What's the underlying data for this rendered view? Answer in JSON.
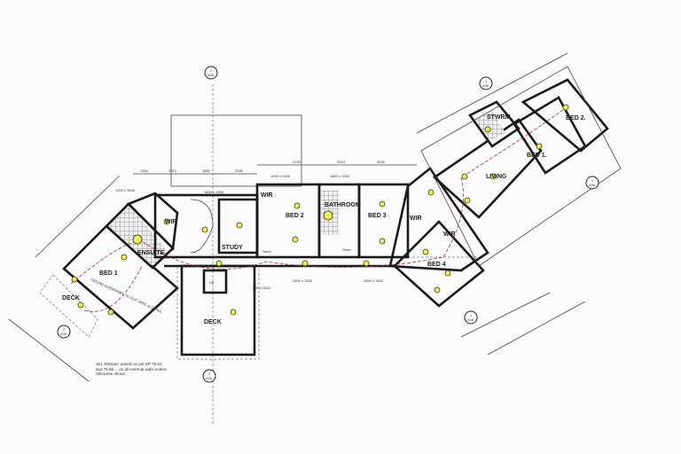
{
  "drawing": {
    "rooms": {
      "bed1_left": "BED 1",
      "ensuite": "ENSUITE",
      "wir_left": "WIR",
      "study": "STUDY",
      "wir_bed2": "WIR",
      "bed2": "BED 2",
      "bathroom": "BATHROOM",
      "bed3": "BED 3",
      "wir_mid": "WIR",
      "wir_bed4": "WIR",
      "bed4": "BED 4",
      "living": "LIVING",
      "bed1_right": "BED 1.",
      "bed2_right": "BED 2.",
      "stwrm": "STWRM",
      "deck_left": "DECK",
      "deck_mid": "DECK",
      "store1": "Store",
      "store2": "Store",
      "lift": "Lift"
    },
    "dimensions": [
      "1264",
      "2010",
      "1860",
      "2280",
      "2190",
      "2010",
      "3030",
      "1200 x 1500",
      "1800 x 1500",
      "1200 x 1500",
      "1800 x 1500",
      "600 x 1500",
      "1800 x 1500",
      "1800 x 1800"
    ],
    "section_markers": [
      {
        "num": "2",
        "sheet": "A06"
      },
      {
        "num": "1",
        "sheet": "A06"
      },
      {
        "num": "1",
        "sheet": "A06"
      },
      {
        "num": "2",
        "sheet": "A06"
      },
      {
        "num": "2",
        "sheet": "A06"
      },
      {
        "num": "1",
        "sheet": "A06"
      }
    ],
    "notes": {
      "panels": "Std. 'Elerpan' panels as per EP 75.64 and 75.65 ... on all external walls unless otherwise shown.",
      "ceiling": "CEILING OVERPANEL TO SUIT SPEC & DETAIL"
    },
    "colors": {
      "walls": "#1a1a1a",
      "fixtures": "#e8f05a",
      "electrical": "#a0303a"
    }
  }
}
